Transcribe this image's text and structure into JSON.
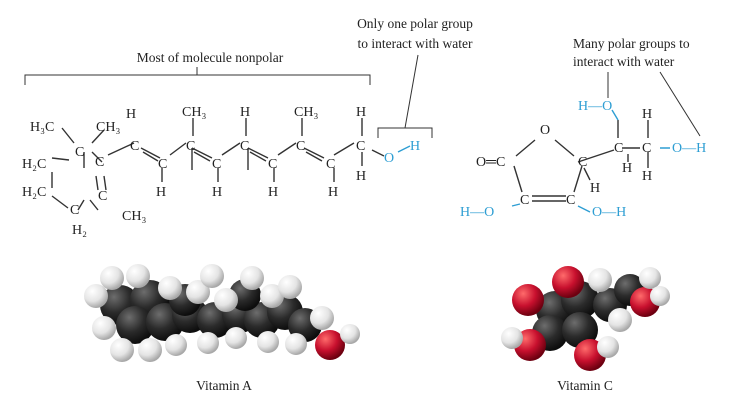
{
  "annotations": {
    "nonpolar": "Most of molecule nonpolar",
    "one_polar_line1": "Only one polar group",
    "one_polar_line2": "to interact with water",
    "many_polar_line1": "Many polar groups to",
    "many_polar_line2": "interact with water"
  },
  "captions": {
    "vitamin_a": "Vitamin A",
    "vitamin_c": "Vitamin C"
  },
  "atoms": {
    "H3C": "H₃C",
    "H2C": "H₂C",
    "CH3": "CH₃",
    "H2": "H₂",
    "C": "C",
    "H": "H",
    "O": "O",
    "HO_dash": "H—O",
    "O_dash_H": "O—H",
    "O_eq_C": "O═C"
  },
  "colors": {
    "polar": "#2e9ed3",
    "carbon": "#2a2a2a",
    "hydrogen": "#e6e6e6",
    "oxygen": "#c8102e",
    "text": "#222222"
  }
}
